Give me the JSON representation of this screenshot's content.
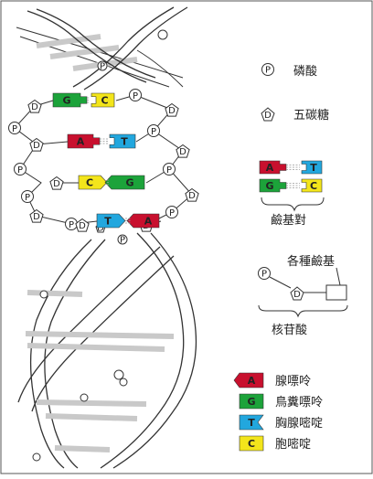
{
  "key": {
    "phosphate": {
      "letter": "P",
      "label": "磷酸"
    },
    "sugar": {
      "letter": "D",
      "label": "五碳糖"
    },
    "base_pair_label": "鹼基對",
    "nucleotide": {
      "base_label": "各種鹼基",
      "label": "核苷酸",
      "phosphate_letter": "P",
      "sugar_letter": "D"
    }
  },
  "ladder": {
    "pairs": [
      {
        "left": "G",
        "right": "C"
      },
      {
        "left": "A",
        "right": "T"
      },
      {
        "left": "C",
        "right": "G"
      },
      {
        "left": "T",
        "right": "A"
      }
    ],
    "left_nodes": [
      "D",
      "P",
      "D",
      "P",
      "D",
      "P",
      "D",
      "P",
      "D"
    ],
    "right_nodes": [
      "P",
      "D",
      "P",
      "D",
      "P",
      "D",
      "P",
      "D"
    ],
    "helix_markers": [
      "P",
      "P",
      "D"
    ]
  },
  "example_pairs": [
    {
      "left": "A",
      "right": "T"
    },
    {
      "left": "G",
      "right": "C"
    }
  ],
  "legend": [
    {
      "letter": "A",
      "label": "腺嘌呤",
      "color": "#c8102e"
    },
    {
      "letter": "G",
      "label": "鳥糞嘌呤",
      "color": "#1ca33a"
    },
    {
      "letter": "T",
      "label": "胸腺嘧啶",
      "color": "#22a7de"
    },
    {
      "letter": "C",
      "label": "胞嘧啶",
      "color": "#f3e51b"
    }
  ],
  "colors": {
    "A": "#c8102e",
    "G": "#1ca33a",
    "T": "#22a7de",
    "C": "#f3e51b"
  }
}
